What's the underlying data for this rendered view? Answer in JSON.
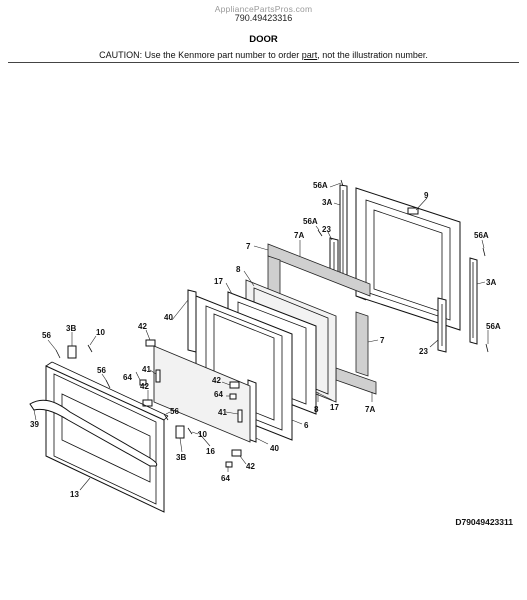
{
  "header": {
    "watermark": "AppliancePartsPros.com",
    "part_number": "790.49423316",
    "section_title": "DOOR",
    "caution_before": "CAUTION: Use the Kenmore part number to order ",
    "caution_link": "part",
    "caution_after": ", not the illustration number."
  },
  "drawing_number": "D79049423311",
  "callouts": {
    "l_9": "9",
    "l_56A_top": "56A",
    "l_3A_top": "3A",
    "l_56A_right_top": "56A",
    "l_3A_right": "3A",
    "l_56A_right_bottom": "56A",
    "l_23_top": "23",
    "l_23_bottom": "23",
    "l_56A_mid": "56A",
    "l_7A_top": "7A",
    "l_7_top": "7",
    "l_7_right": "7",
    "l_7A_bottom": "7A",
    "l_8_top": "8",
    "l_8_bottom": "8",
    "l_17_top": "17",
    "l_17_bottom": "17",
    "l_6": "6",
    "l_40_top": "40",
    "l_40_bottom": "40",
    "l_42_a": "42",
    "l_42_b": "42",
    "l_42_c": "42",
    "l_42_d": "42",
    "l_41_a": "41",
    "l_41_b": "41",
    "l_64_a": "64",
    "l_64_b": "64",
    "l_64_c": "64",
    "l_16": "16",
    "l_56_left": "56",
    "l_56_b": "56",
    "l_56_c": "56",
    "l_3B_top": "3B",
    "l_3B_bottom": "3B",
    "l_10_top": "10",
    "l_10_bottom": "10",
    "l_39": "39",
    "l_13": "13"
  }
}
